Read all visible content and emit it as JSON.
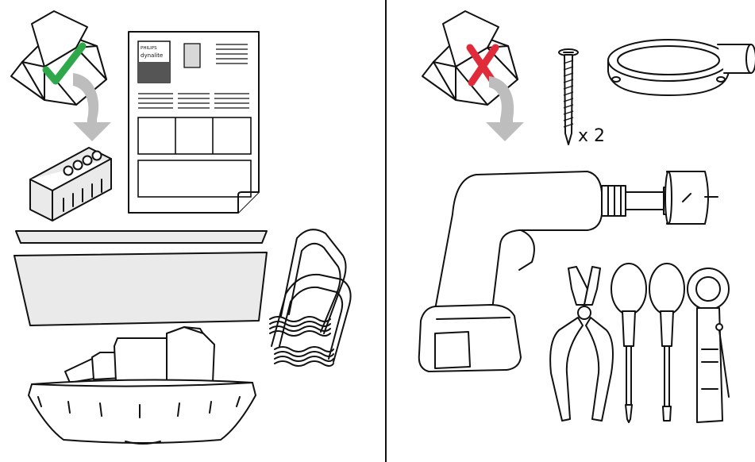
{
  "screws": {
    "quantity_label": "x 2"
  },
  "leaflet": {
    "brand_top": "PHILIPS",
    "brand_name": "dynalite"
  },
  "colors": {
    "check": "#2ea84a",
    "cross": "#e02b3a",
    "arrow": "#bdbdbd",
    "line": "#111111"
  },
  "icons": [
    "check-icon",
    "cross-icon",
    "down-arrow-icon"
  ]
}
